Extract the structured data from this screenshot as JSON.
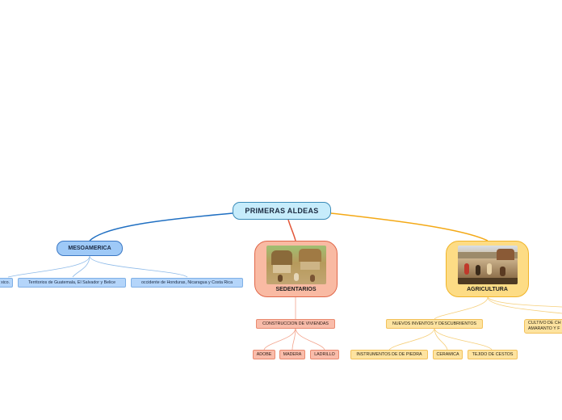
{
  "root": {
    "label": "PRIMERAS ALDEAS"
  },
  "mesoamerica": {
    "label": "MESOAMERICA",
    "children": [
      "xico.",
      "Territorios de Guatemala, El Salvador y Belice",
      "occidente de Honduras, Nicaragua y Costa Rica"
    ]
  },
  "sedentarios": {
    "label": "SEDENTARIOS",
    "image_icon": "village-scene-icon",
    "child": "CONSTRUCCION DE VIVIENDAS",
    "grandchildren": [
      "ADOBE",
      "MADERA",
      "LADRILLO"
    ]
  },
  "agricultura": {
    "label": "AGRICULTURA",
    "image_icon": "farming-scene-icon",
    "child": "NUEVOS INVENTOS Y DESCUBRIIENTOS",
    "grandchildren": [
      "INSTRUMENTOS DE DE PIEDRA",
      "CERAMICA",
      "TEJIDO DE CESTOS"
    ],
    "cultivo_line1": "CULTIVO DE CH",
    "cultivo_line2": "AMARANTO Y F"
  },
  "colors": {
    "blue_branch": "#1f6fc2",
    "red_branch": "#e2573a",
    "yellow_branch": "#f4a916",
    "light_blue_link": "#8fbbe9",
    "light_red_link": "#f3a48d",
    "light_yellow_link": "#f6cf7a"
  }
}
